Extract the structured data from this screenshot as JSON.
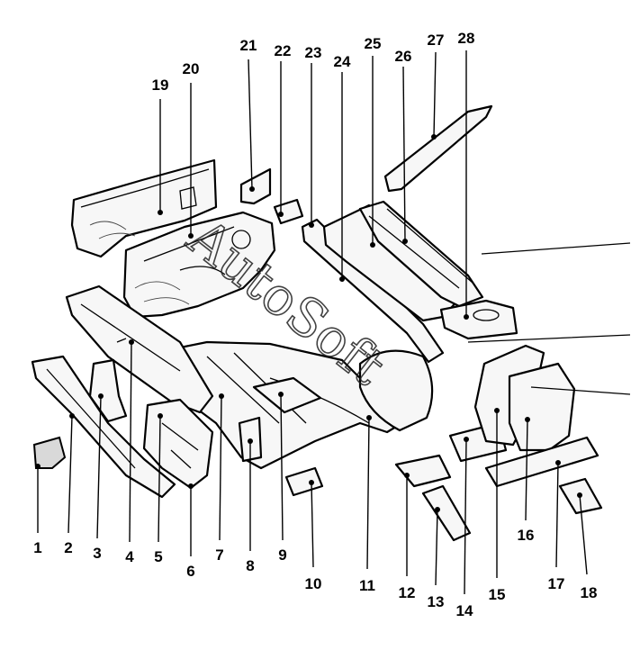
{
  "watermark_text": "AutoSoft",
  "callouts": [
    {
      "label": "1"
    },
    {
      "label": "2"
    },
    {
      "label": "3"
    },
    {
      "label": "4"
    },
    {
      "label": "5"
    },
    {
      "label": "6"
    },
    {
      "label": "7"
    },
    {
      "label": "8"
    },
    {
      "label": "9"
    },
    {
      "label": "10"
    },
    {
      "label": "11"
    },
    {
      "label": "12"
    },
    {
      "label": "13"
    },
    {
      "label": "14"
    },
    {
      "label": "15"
    },
    {
      "label": "16"
    },
    {
      "label": "17"
    },
    {
      "label": "18"
    },
    {
      "label": "19"
    },
    {
      "label": "20"
    },
    {
      "label": "21"
    },
    {
      "label": "22"
    },
    {
      "label": "23"
    },
    {
      "label": "24"
    },
    {
      "label": "25"
    },
    {
      "label": "26"
    },
    {
      "label": "27"
    },
    {
      "label": "28"
    }
  ]
}
